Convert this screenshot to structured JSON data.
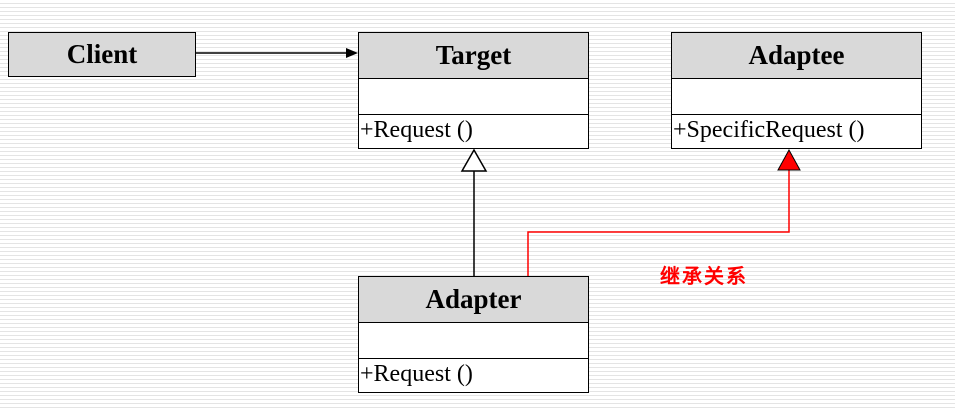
{
  "diagram": {
    "client": {
      "name": "Client"
    },
    "target": {
      "name": "Target",
      "operation": "+Request ()"
    },
    "adaptee": {
      "name": "Adaptee",
      "operation": "+SpecificRequest ()"
    },
    "adapter": {
      "name": "Adapter",
      "operation": "+Request ()"
    },
    "inheritance_note": "继承关系",
    "colors": {
      "header_fill": "#d9d9d9",
      "note_color": "#ff0000",
      "line_color": "#000000"
    }
  }
}
